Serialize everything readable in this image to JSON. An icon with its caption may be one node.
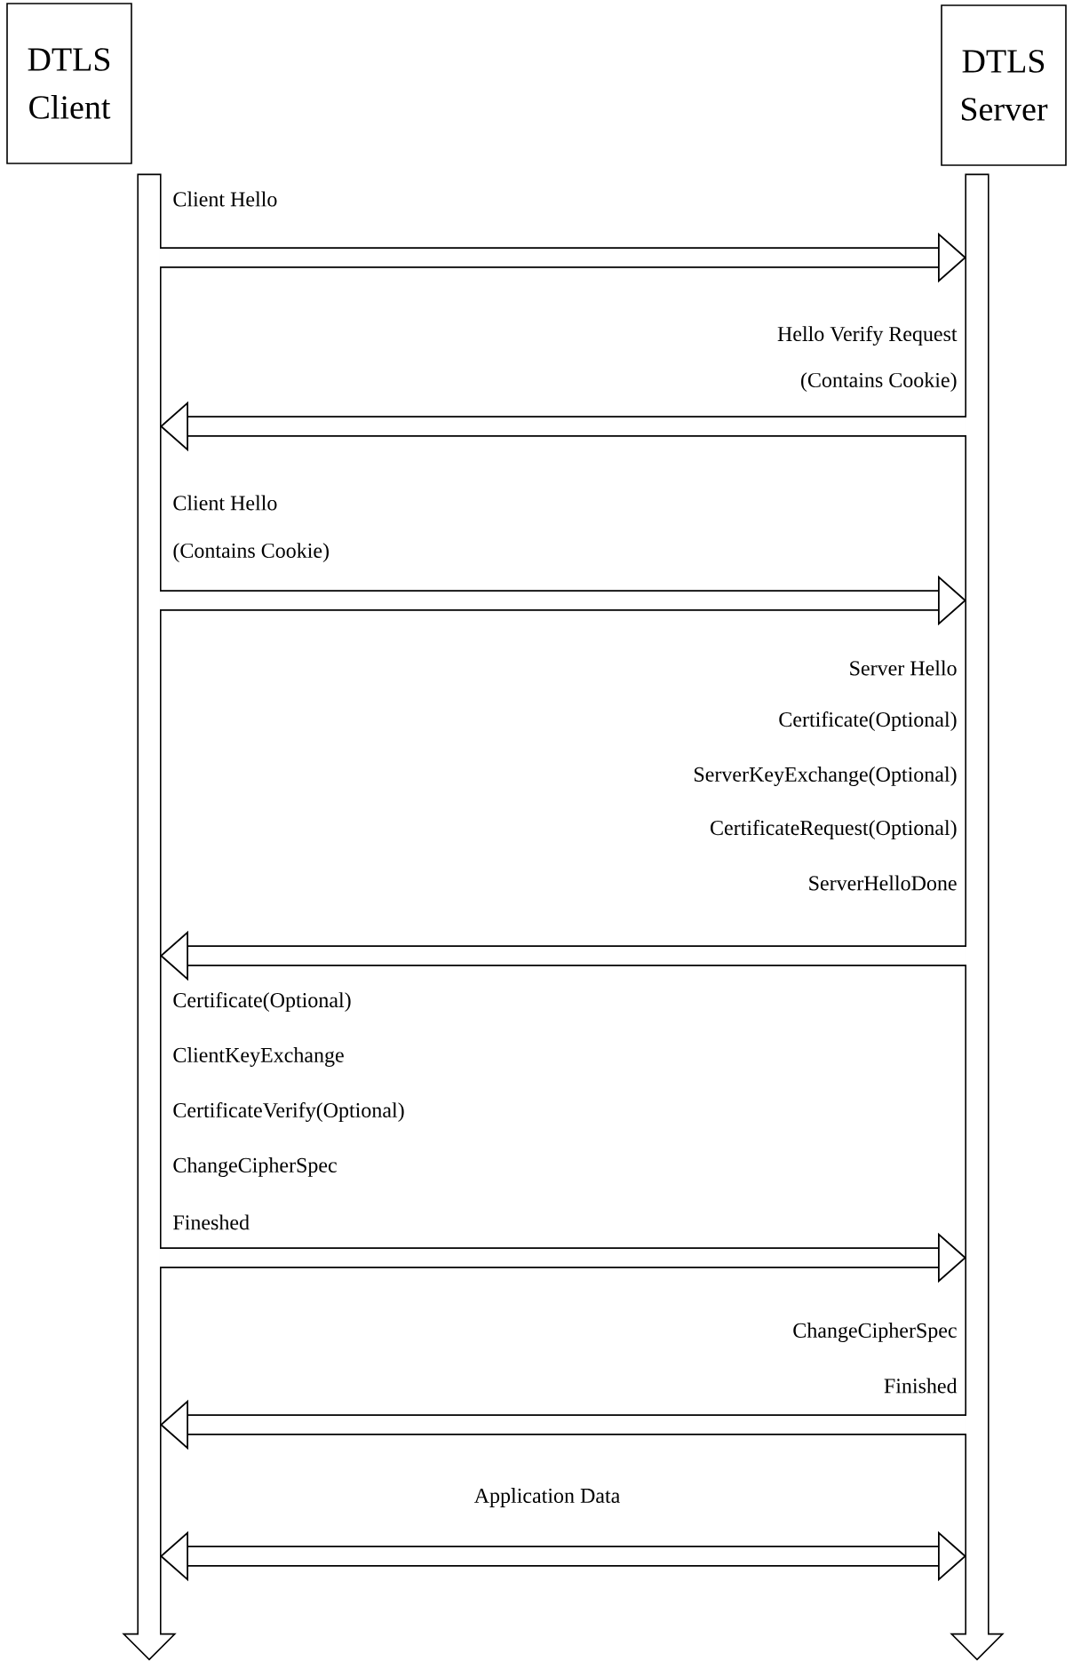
{
  "diagram": {
    "nodes": [
      {
        "text": [
          "DTLS Client"
        ]
      },
      {
        "text": [
          "DTLS Server"
        ]
      },
      {
        "text": [],
        "shape": "arrow"
      },
      {
        "text": [],
        "shape": "arrow"
      }
    ],
    "edges": [
      {
        "from": 2,
        "to": 3,
        "arrow": "to"
      },
      {
        "from": 3,
        "to": 2,
        "arrow": "to"
      },
      {
        "from": 2,
        "to": 3,
        "arrow": "to"
      },
      {
        "from": 3,
        "to": 2,
        "arrow": "to"
      },
      {
        "from": 2,
        "to": 3,
        "arrow": "to"
      },
      {
        "from": 3,
        "to": 2,
        "arrow": "to"
      },
      {
        "from": 2,
        "to": 3,
        "arrow": "both"
      }
    ],
    "labels": [
      "Client Hello",
      "Hello Verify Request",
      "(Contains Cookie)",
      "Client Hello",
      "(Contains Cookie)",
      "Server Hello",
      "Certificate(Optional)",
      "ServerKeyExchange(Optional)",
      "CertificateRequest(Optional)",
      "ServerHelloDone",
      "Certificate(Optional)",
      "ClientKeyExchange",
      "CertificateVerify(Optional)",
      "ChangeCipherSpec",
      "Fineshed",
      "ChangeCipherSpec",
      "Finished",
      "Application Data"
    ]
  }
}
